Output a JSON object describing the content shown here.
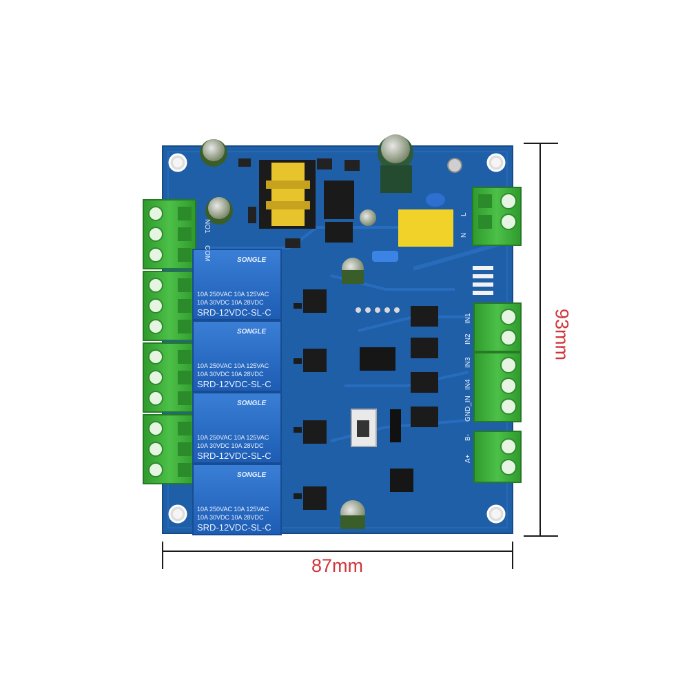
{
  "dimensions": {
    "width_label": "87mm",
    "height_label": "93mm",
    "label_color": "#d0343a"
  },
  "board": {
    "pcb_color": "#1f5fa8",
    "terminal_color": "#3fae3c",
    "relays": [
      {
        "brand": "SONGLE",
        "rating_1": "10A 250VAC  10A 125VAC",
        "rating_2": "10A 30VDC   10A 28VDC",
        "model": "SRD-12VDC-SL-C"
      },
      {
        "brand": "SONGLE",
        "rating_1": "10A 250VAC  10A 125VAC",
        "rating_2": "10A 30VDC   10A 28VDC",
        "model": "SRD-12VDC-SL-C"
      },
      {
        "brand": "SONGLE",
        "rating_1": "10A 250VAC  10A 125VAC",
        "rating_2": "10A 30VDC   10A 28VDC",
        "model": "SRD-12VDC-SL-C"
      },
      {
        "brand": "SONGLE",
        "rating_1": "10A 250VAC  10A 125VAC",
        "rating_2": "10A 30VDC   10A 28VDC",
        "model": "SRD-12VDC-SL-C"
      }
    ],
    "silkscreen": {
      "power_n": "N",
      "power_l": "L",
      "in1": "IN1",
      "in2": "IN2",
      "in3": "IN3",
      "in4": "IN4",
      "gnd_in": "GND_IN",
      "b_minus": "B-",
      "a_plus": "A+",
      "com": "COM",
      "no": "NO1"
    }
  }
}
